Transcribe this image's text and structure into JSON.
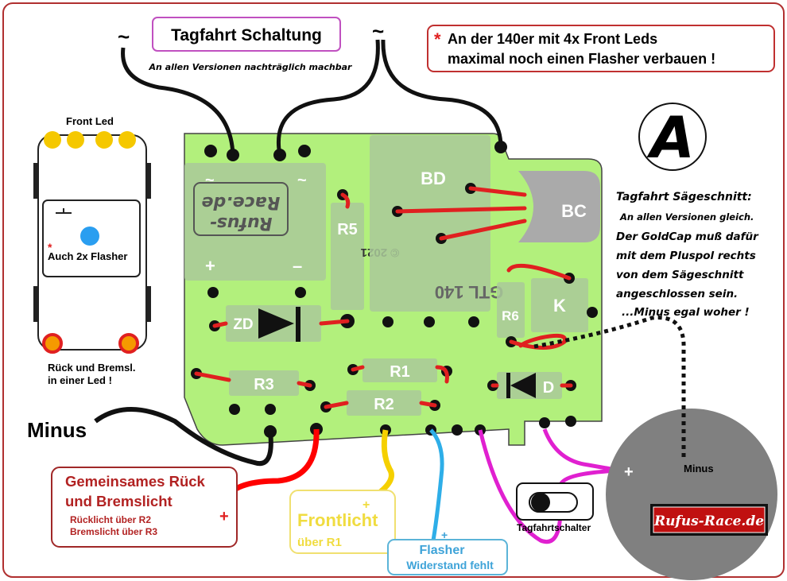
{
  "title": "Tagfahrt Schaltung",
  "subtitle": "An allen Versionen nachträglich machbar",
  "tilde": "~",
  "warning": {
    "star": "*",
    "line1": "An der 140er mit 4x Front Leds",
    "line2": "maximal noch einen Flasher verbauen !"
  },
  "car": {
    "front_led": "Front Led",
    "star": "*",
    "flasher_note": "Auch 2x Flasher",
    "rear_line1": "Rück und Bremsl.",
    "rear_line2": "in einer Led !"
  },
  "version_badge": "A",
  "cut_note": {
    "title": "Tagfahrt Sägeschnitt:",
    "lines": [
      "An allen Versionen gleich.",
      "Der GoldCap muß dafür",
      "mit dem Pluspol rechts",
      "von dem Sägeschnitt",
      "angeschlossen sein.",
      "...Minus egal woher !"
    ]
  },
  "pcb": {
    "logo_line1": "Rufus-",
    "logo_line2": "Race.de",
    "tilde": "~",
    "plus": "+",
    "minus": "–",
    "r5": "R5",
    "copyright": "© 2021",
    "bd": "BD",
    "bc": "BC",
    "model": "GTL 140",
    "r6": "R6",
    "k": "K",
    "zd": "ZD",
    "r3": "R3",
    "r1": "R1",
    "r2": "R2",
    "d": "D"
  },
  "minus_label": "Minus",
  "rear_box": {
    "line1": "Gemeinsames Rück",
    "line2": "und Bremslicht",
    "sub1": "Rücklicht über R2",
    "sub2": "Bremslicht über R3",
    "plus": "+"
  },
  "front_box": {
    "line1": "Frontlicht",
    "line2": "über R1",
    "plus": "+"
  },
  "flasher_box": {
    "line1": "Flasher",
    "line2": "Widerstand fehlt",
    "plus": "+"
  },
  "switch_label": "Tagfahrtschalter",
  "goldcap": {
    "plus": "+",
    "minus": "Minus"
  },
  "brand": "Rufus-Race.de",
  "colors": {
    "board": "#b2f07c",
    "red_wire": "#e02020",
    "yellow_wire": "#f5d000",
    "blue_wire": "#2eaee8",
    "magenta_wire": "#e020d0",
    "frame": "#c0392b"
  }
}
